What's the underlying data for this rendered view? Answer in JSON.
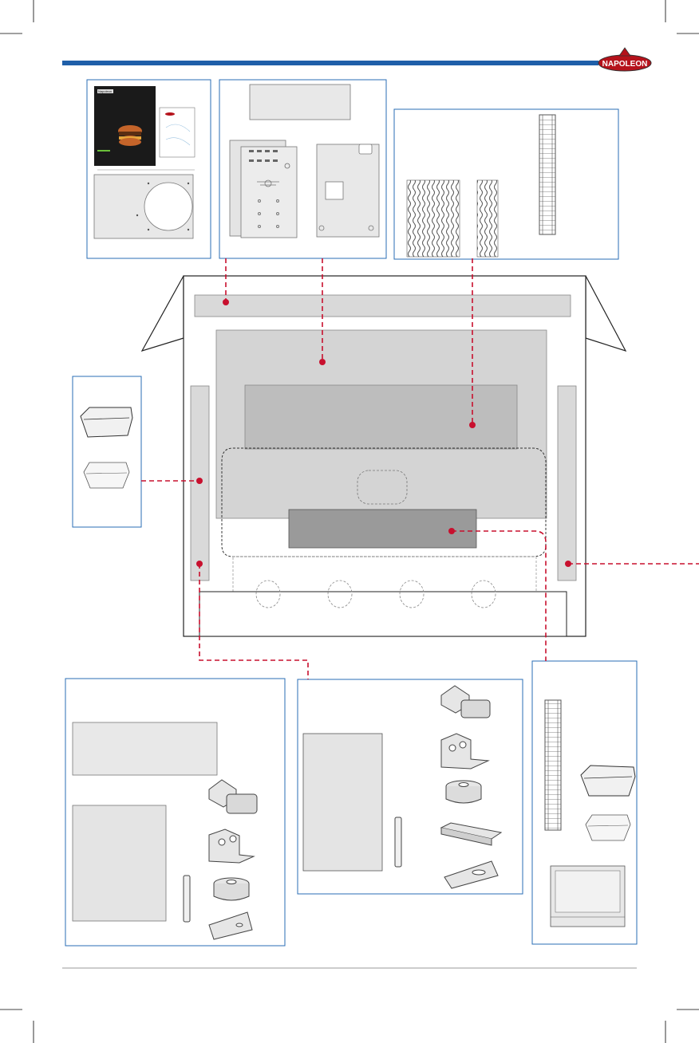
{
  "brand": {
    "logo_text": "NAPOLEON",
    "accent_color": "#1f5fa9",
    "logo_color": "#b5121b",
    "leader_color": "#c8102e"
  },
  "manual": {
    "cover_brand": "Napoleon"
  },
  "panels": [
    {
      "id": "documents-and-heat-shield",
      "parts": [
        "manual-booklet-icon",
        "warranty-card-icon",
        "heat-shield-panel-icon"
      ]
    },
    {
      "id": "back-and-side-panels",
      "parts": [
        "top-rear-panel-icon",
        "side-panel-pair-icon",
        "back-panel-icon"
      ]
    },
    {
      "id": "flame-tamers-and-grid",
      "parts": [
        "wavy-rod-set-large-icon",
        "wavy-rod-set-small-icon",
        "cooking-grid-icon"
      ]
    },
    {
      "id": "drip-trays",
      "parts": [
        "drip-tray-large-icon",
        "drip-tray-small-icon"
      ]
    },
    {
      "id": "left-side-hardware",
      "parts": [
        "left-panel-top-icon",
        "left-panel-bottom-icon",
        "bolt-icon",
        "bracket-icon",
        "spacer-icon",
        "clip-icon",
        "rod-icon"
      ]
    },
    {
      "id": "center-hardware",
      "parts": [
        "center-panel-icon",
        "bolt-icon",
        "bracket-icon",
        "spacer-icon",
        "handle-icon",
        "clip-icon",
        "rod-icon"
      ]
    },
    {
      "id": "right-side-parts",
      "parts": [
        "cooking-grid-icon",
        "drip-tray-large-icon",
        "drip-tray-small-icon",
        "grease-tray-icon"
      ]
    }
  ]
}
